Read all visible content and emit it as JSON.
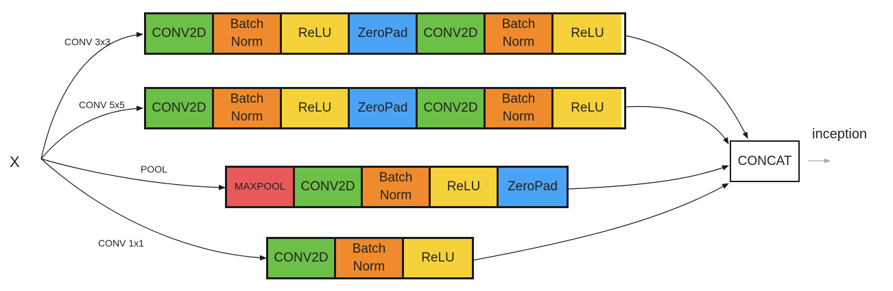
{
  "colors": {
    "conv": "#6cbf47",
    "norm": "#ef8b2c",
    "relu": "#f6d23a",
    "pad": "#4ba3f5",
    "pool": "#e85a5a",
    "stroke": "#1a1a1a",
    "output_arrow": "#aaaaaa"
  },
  "input_label": "X",
  "output_label": "inception",
  "concat_label": "CONCAT",
  "branches": [
    {
      "label": "CONV 3x3",
      "blocks": [
        {
          "text": "CONV2D",
          "kind": "conv"
        },
        {
          "text": "Batch\nNorm",
          "kind": "norm"
        },
        {
          "text": "ReLU",
          "kind": "relu"
        },
        {
          "text": "ZeroPad",
          "kind": "pad"
        },
        {
          "text": "CONV2D",
          "kind": "conv"
        },
        {
          "text": "Batch\nNorm",
          "kind": "norm"
        },
        {
          "text": "ReLU",
          "kind": "relu"
        }
      ]
    },
    {
      "label": "CONV 5x5",
      "blocks": [
        {
          "text": "CONV2D",
          "kind": "conv"
        },
        {
          "text": "Batch\nNorm",
          "kind": "norm"
        },
        {
          "text": "ReLU",
          "kind": "relu"
        },
        {
          "text": "ZeroPad",
          "kind": "pad"
        },
        {
          "text": "CONV2D",
          "kind": "conv"
        },
        {
          "text": "Batch\nNorm",
          "kind": "norm"
        },
        {
          "text": "ReLU",
          "kind": "relu"
        }
      ]
    },
    {
      "label": "POOL",
      "blocks": [
        {
          "text": "MAXPOOL",
          "kind": "pool"
        },
        {
          "text": "CONV2D",
          "kind": "conv"
        },
        {
          "text": "Batch\nNorm",
          "kind": "norm"
        },
        {
          "text": "ReLU",
          "kind": "relu"
        },
        {
          "text": "ZeroPad",
          "kind": "pad"
        }
      ]
    },
    {
      "label": "CONV 1x1",
      "blocks": [
        {
          "text": "CONV2D",
          "kind": "conv"
        },
        {
          "text": "Batch\nNorm",
          "kind": "norm"
        },
        {
          "text": "ReLU",
          "kind": "relu"
        }
      ]
    }
  ]
}
